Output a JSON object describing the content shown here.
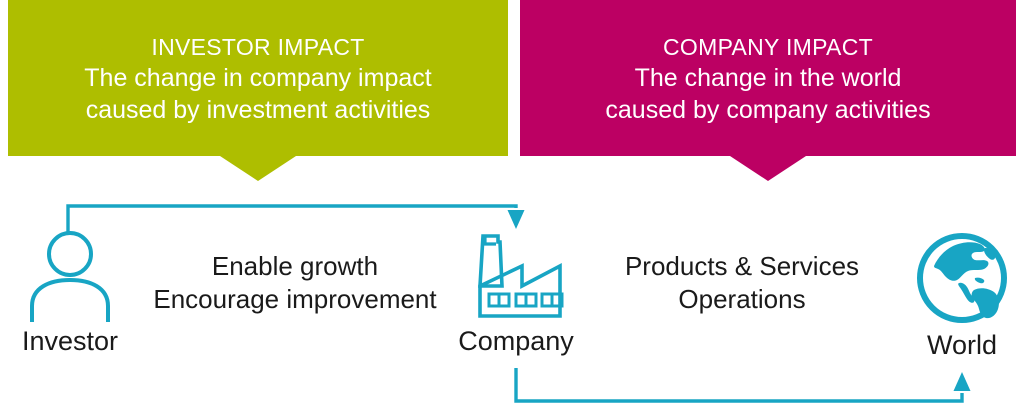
{
  "colors": {
    "investor_banner": "#AEBE00",
    "company_banner": "#BC0063",
    "accent_cyan": "#18A5C4",
    "text_dark": "#1A1A1A",
    "banner_text": "#FFFFFF",
    "background": "#FFFFFF"
  },
  "banners": [
    {
      "id": "investor-impact",
      "title": "INVESTOR IMPACT",
      "line1": "The change in company impact",
      "line2": "caused by investment activities",
      "color": "#AEBE00"
    },
    {
      "id": "company-impact",
      "title": "COMPANY IMPACT",
      "line1": "The change in the world",
      "line2": "caused by company activities",
      "color": "#BC0063"
    }
  ],
  "nodes": [
    {
      "id": "investor",
      "label": "Investor",
      "icon": "person-icon"
    },
    {
      "id": "company",
      "label": "Company",
      "icon": "factory-icon"
    },
    {
      "id": "world",
      "label": "World",
      "icon": "globe-icon"
    }
  ],
  "connectors": [
    {
      "id": "investor-to-company",
      "from": "investor",
      "to": "company",
      "direction": "down-arrow",
      "caption_line1": "Enable growth",
      "caption_line2": "Encourage improvement"
    },
    {
      "id": "company-to-world",
      "from": "company",
      "to": "world",
      "direction": "up-arrow",
      "caption_line1": "Products & Services",
      "caption_line2": "Operations"
    }
  ]
}
